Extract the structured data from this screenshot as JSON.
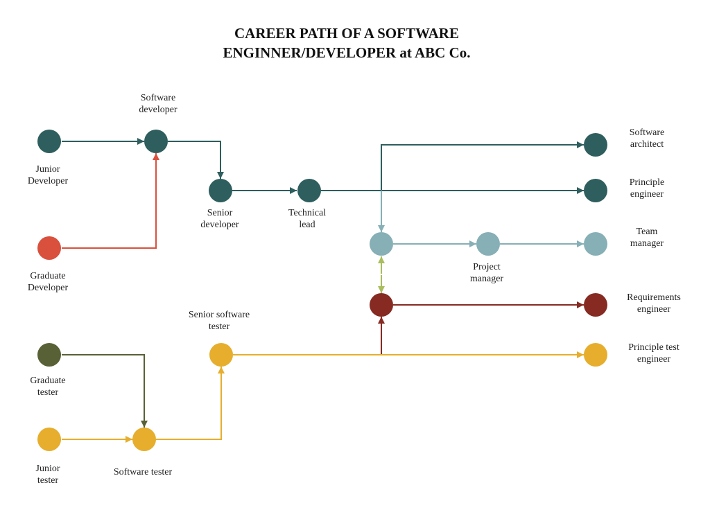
{
  "title": {
    "line1": "CAREER PATH  OF A SOFTWARE",
    "line2": "ENGINNER/DEVELOPER at ABC Co."
  },
  "colors": {
    "dev": "#2e5e5e",
    "graduate_dev": "#d9503d",
    "manager": "#86afb6",
    "requirements": "#862a22",
    "tester": "#e6ae2c",
    "graduate_tester": "#576135",
    "link_green": "#a9bd5d"
  },
  "nodes": {
    "junior_developer": {
      "label1": "Junior",
      "label2": "Developer",
      "color": "dev"
    },
    "graduate_developer": {
      "label1": "Graduate",
      "label2": "Developer",
      "color": "graduate_dev"
    },
    "software_developer": {
      "label1": "Software",
      "label2": "developer",
      "color": "dev"
    },
    "senior_developer": {
      "label1": "Senior",
      "label2": "developer",
      "color": "dev"
    },
    "technical_lead": {
      "label1": "Technical",
      "label2": "lead",
      "color": "dev"
    },
    "software_architect": {
      "label1": "Software",
      "label2": "architect",
      "color": "dev"
    },
    "principle_engineer": {
      "label1": "Principle",
      "label2": "engineer",
      "color": "dev"
    },
    "manager_hub": {
      "color": "manager"
    },
    "project_manager": {
      "label1": "Project",
      "label2": "manager",
      "color": "manager"
    },
    "team_manager": {
      "label1": "Team",
      "label2": "manager",
      "color": "manager"
    },
    "requirements_hub": {
      "color": "requirements"
    },
    "requirements_engineer": {
      "label1": "Requirements",
      "label2": "engineer",
      "color": "requirements"
    },
    "principle_test_engineer": {
      "label1": "Principle test",
      "label2": "engineer",
      "color": "tester"
    },
    "senior_software_tester": {
      "label1": "Senior software",
      "label2": "tester",
      "color": "tester"
    },
    "graduate_tester": {
      "label1": "Graduate",
      "label2": "tester",
      "color": "graduate_tester"
    },
    "junior_tester": {
      "label1": "Junior",
      "label2": "tester",
      "color": "tester"
    },
    "software_tester": {
      "label1": "Software tester",
      "color": "tester"
    }
  }
}
